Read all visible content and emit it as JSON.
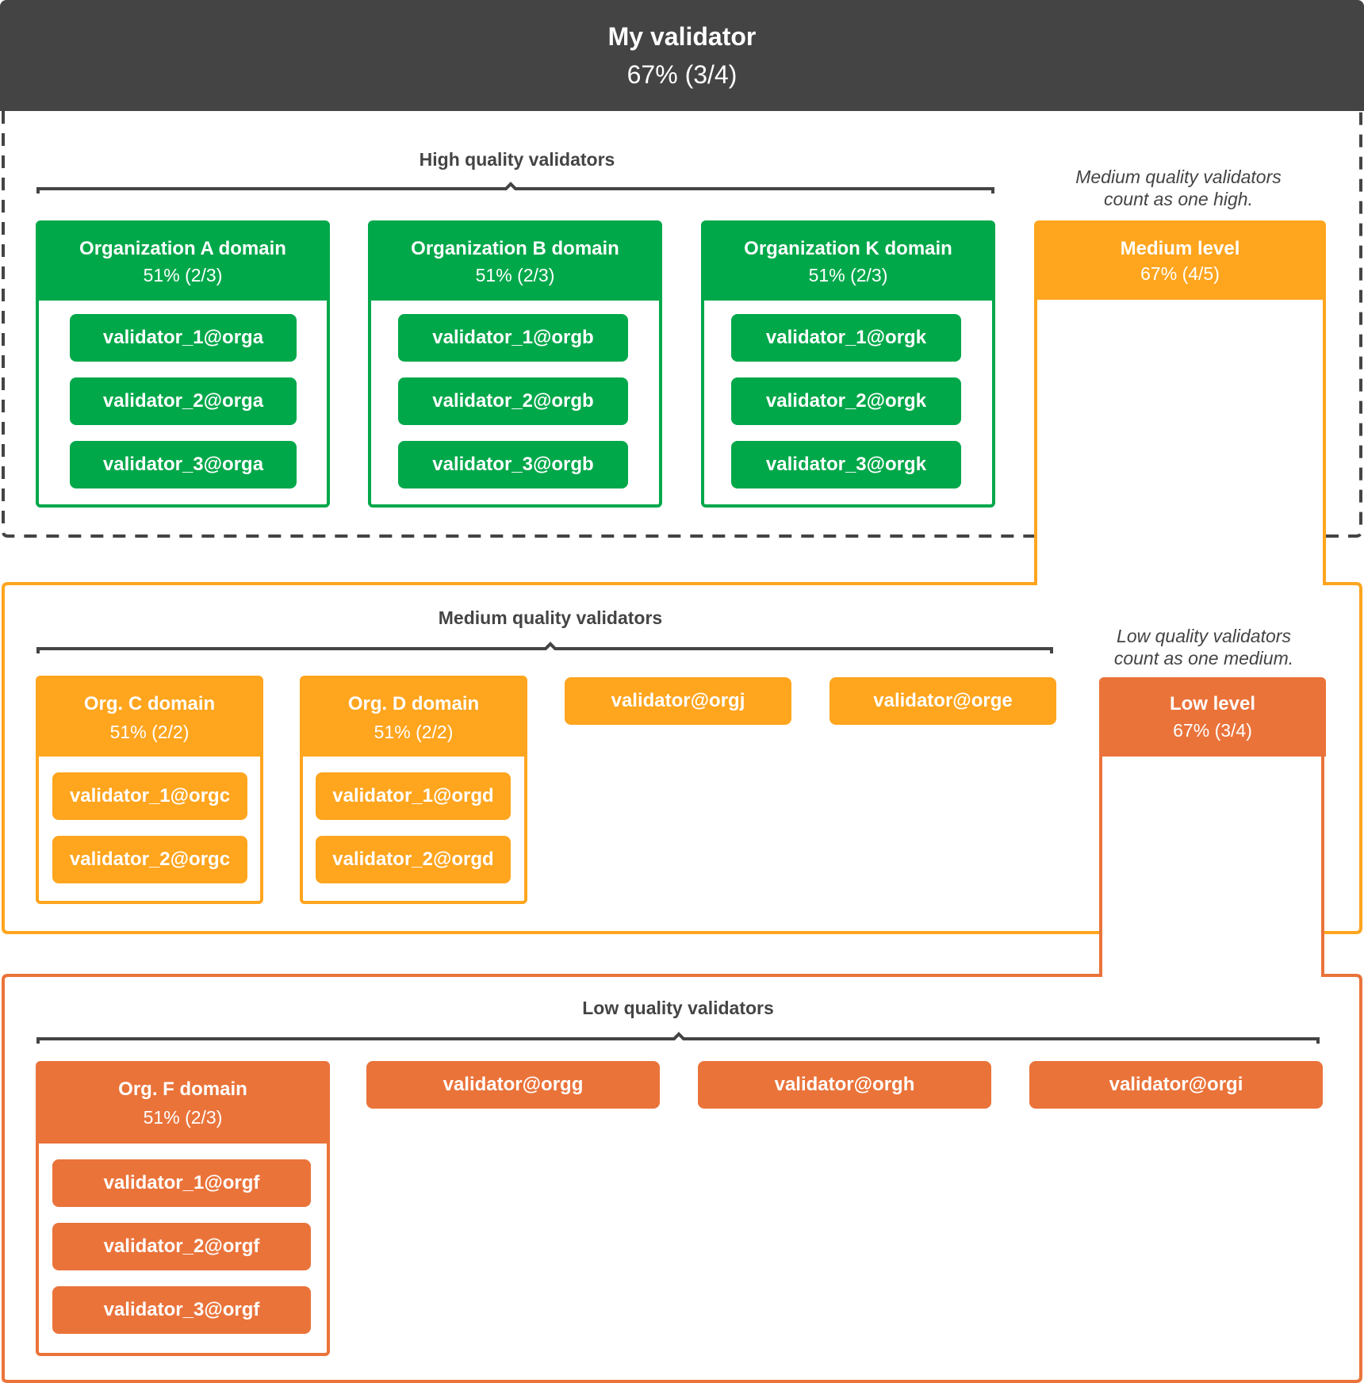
{
  "root": {
    "title": "My validator",
    "threshold": "67% (3/4)"
  },
  "high": {
    "title": "High quality validators",
    "note_line1": "Medium quality validators",
    "note_line2": "count as one high.",
    "domains": [
      {
        "name": "Organization A domain",
        "threshold": "51% (2/3)",
        "validators": [
          "validator_1@orga",
          "validator_2@orga",
          "validator_3@orga"
        ]
      },
      {
        "name": "Organization B domain",
        "threshold": "51% (2/3)",
        "validators": [
          "validator_1@orgb",
          "validator_2@orgb",
          "validator_3@orgb"
        ]
      },
      {
        "name": "Organization K domain",
        "threshold": "51% (2/3)",
        "validators": [
          "validator_1@orgk",
          "validator_2@orgk",
          "validator_3@orgk"
        ]
      }
    ],
    "level": {
      "name": "Medium level",
      "threshold": "67% (4/5)"
    }
  },
  "medium": {
    "title": "Medium quality validators",
    "note_line1": "Low quality validators",
    "note_line2": "count as one medium.",
    "domains": [
      {
        "name": "Org. C domain",
        "threshold": "51% (2/2)",
        "validators": [
          "validator_1@orgc",
          "validator_2@orgc"
        ]
      },
      {
        "name": "Org. D domain",
        "threshold": "51% (2/2)",
        "validators": [
          "validator_1@orgd",
          "validator_2@orgd"
        ]
      }
    ],
    "singles": [
      "validator@orgj",
      "validator@orge"
    ],
    "level": {
      "name": "Low level",
      "threshold": "67% (3/4)"
    }
  },
  "low": {
    "title": "Low quality validators",
    "domains": [
      {
        "name": "Org. F domain",
        "threshold": "51% (2/3)",
        "validators": [
          "validator_1@orgf",
          "validator_2@orgf",
          "validator_3@orgf"
        ]
      }
    ],
    "singles": [
      "validator@orgg",
      "validator@orgh",
      "validator@orgi"
    ]
  },
  "colors": {
    "high": "#00a84a",
    "medium": "#ffa51e",
    "low": "#ea733a",
    "root": "#444444"
  }
}
